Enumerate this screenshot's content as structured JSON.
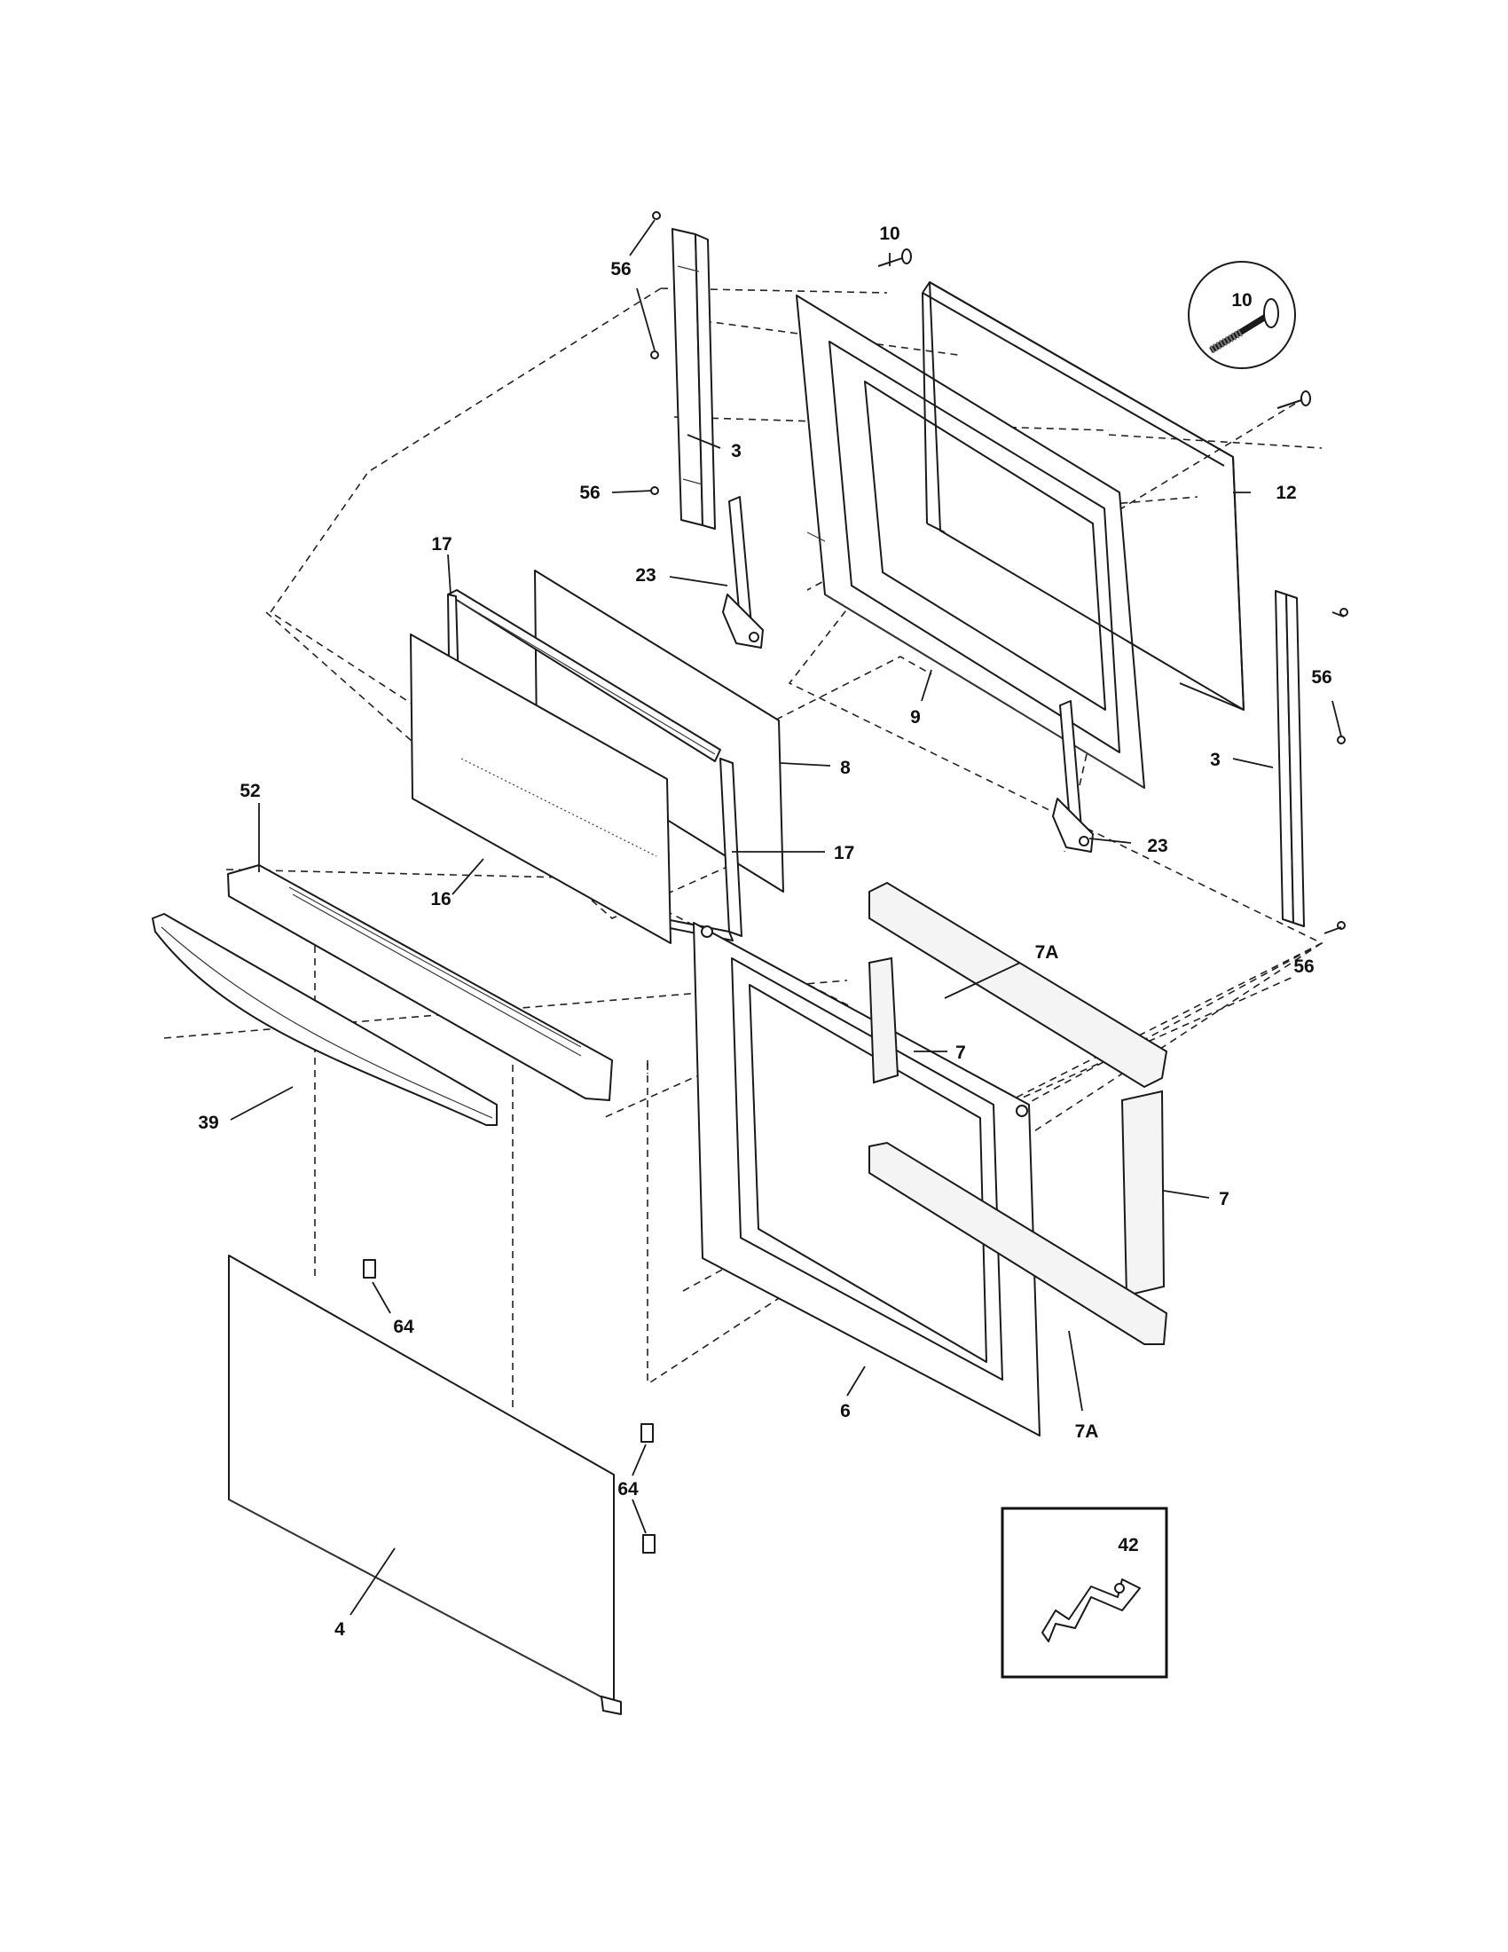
{
  "diagram": {
    "callouts": [
      {
        "id": "c56a",
        "label": "56"
      },
      {
        "id": "c10a",
        "label": "10"
      },
      {
        "id": "c10b",
        "label": "10"
      },
      {
        "id": "c3a",
        "label": "3"
      },
      {
        "id": "c56b",
        "label": "56"
      },
      {
        "id": "c12",
        "label": "12"
      },
      {
        "id": "c17a",
        "label": "17"
      },
      {
        "id": "c23a",
        "label": "23"
      },
      {
        "id": "c56c",
        "label": "56"
      },
      {
        "id": "c9",
        "label": "9"
      },
      {
        "id": "c3b",
        "label": "3"
      },
      {
        "id": "c8",
        "label": "8"
      },
      {
        "id": "c17b",
        "label": "17"
      },
      {
        "id": "c52",
        "label": "52"
      },
      {
        "id": "c23b",
        "label": "23"
      },
      {
        "id": "c16",
        "label": "16"
      },
      {
        "id": "c56d",
        "label": "56"
      },
      {
        "id": "c7a_top",
        "label": "7A"
      },
      {
        "id": "c7_mid",
        "label": "7"
      },
      {
        "id": "c39",
        "label": "39"
      },
      {
        "id": "c7_right",
        "label": "7"
      },
      {
        "id": "c64a",
        "label": "64"
      },
      {
        "id": "c6",
        "label": "6"
      },
      {
        "id": "c7a_bot",
        "label": "7A"
      },
      {
        "id": "c64b",
        "label": "64"
      },
      {
        "id": "c42",
        "label": "42"
      },
      {
        "id": "c4",
        "label": "4"
      }
    ]
  }
}
